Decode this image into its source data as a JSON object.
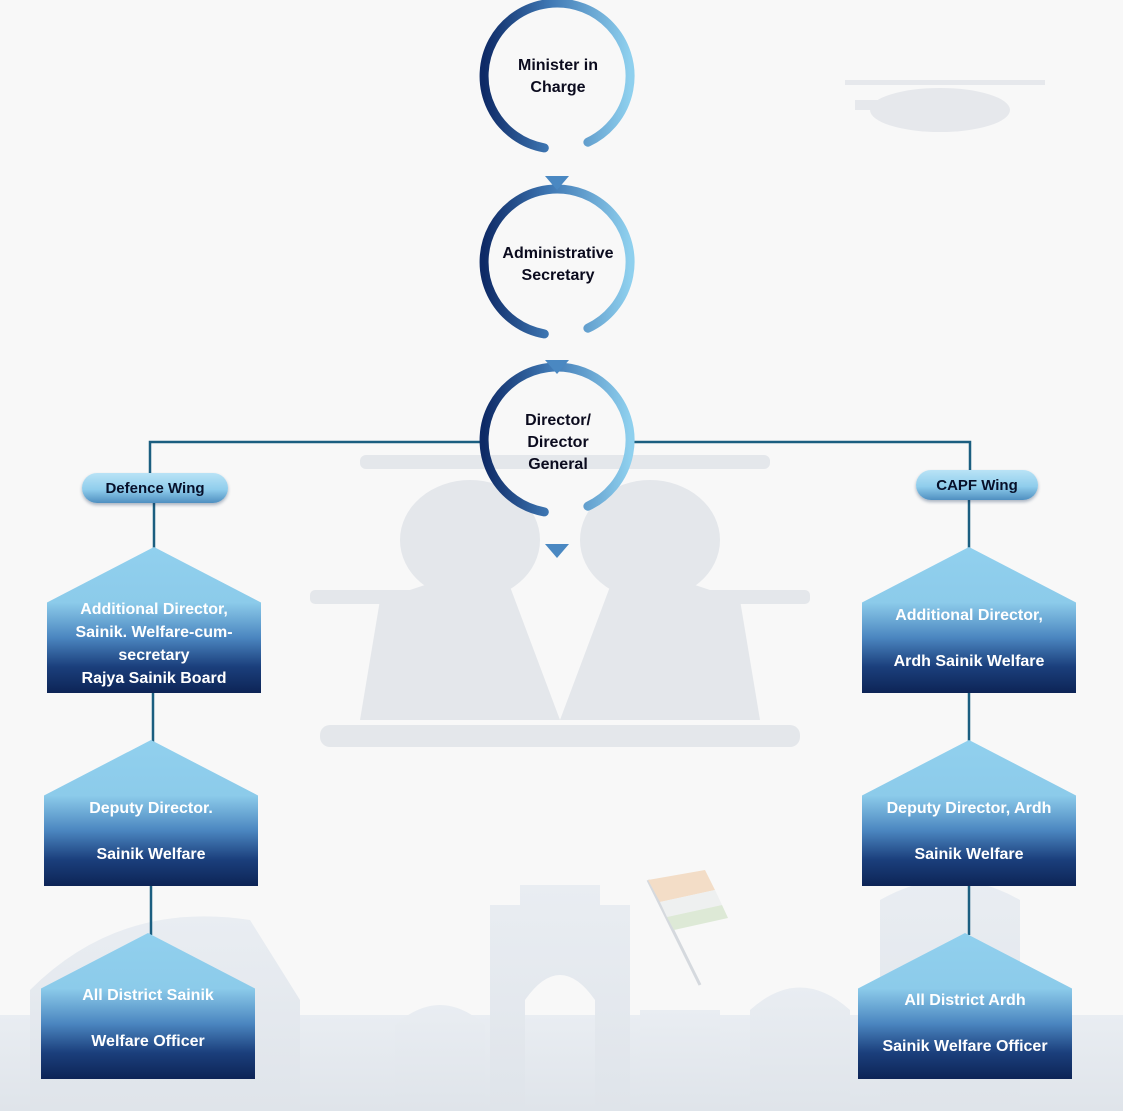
{
  "top_chain": [
    {
      "label": "Minister in\nCharge"
    },
    {
      "label": "Administrative\nSecretary"
    },
    {
      "label": "Director/\nDirector\nGeneral"
    }
  ],
  "wings": {
    "left": {
      "name": "Defence Wing",
      "boxes": [
        {
          "lines": [
            "Additional Director,",
            "Sainik. Welfare-cum-",
            "secretary",
            "Rajya Sainik Board"
          ]
        },
        {
          "lines": [
            "Deputy Director.",
            "",
            "Sainik Welfare"
          ]
        },
        {
          "lines": [
            "All District Sainik",
            "",
            "Welfare Officer"
          ]
        }
      ]
    },
    "right": {
      "name": "CAPF Wing",
      "boxes": [
        {
          "lines": [
            "Additional Director,",
            "",
            "Ardh Sainik Welfare"
          ]
        },
        {
          "lines": [
            "Deputy Director, Ardh",
            "",
            "Sainik Welfare"
          ]
        },
        {
          "lines": [
            "All District Ardh",
            "",
            "Sainik Welfare Officer"
          ]
        }
      ]
    }
  },
  "colors": {
    "connector": "#1b5e80",
    "circle_dark": "#0e2a66",
    "circle_light": "#8fd0ee",
    "box_top": "#91d0ee",
    "box_bottom": "#0d2456"
  }
}
